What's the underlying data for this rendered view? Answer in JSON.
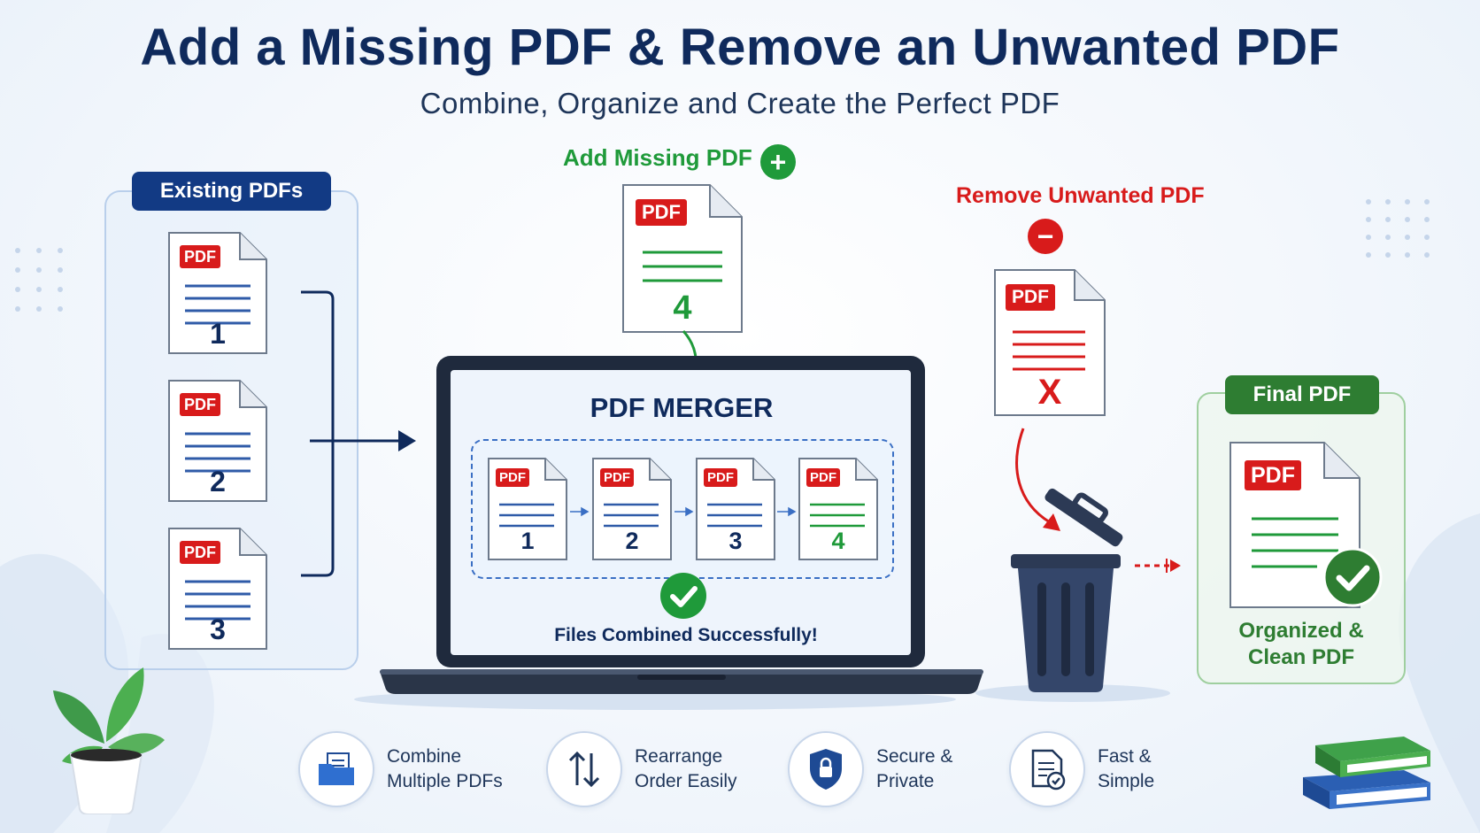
{
  "header": {
    "title": "Add a Missing PDF & Remove an Unwanted PDF",
    "subtitle": "Combine, Organize and Create the Perfect PDF"
  },
  "existing": {
    "badge": "Existing PDFs",
    "docs": [
      {
        "tag": "PDF",
        "number": "1"
      },
      {
        "tag": "PDF",
        "number": "2"
      },
      {
        "tag": "PDF",
        "number": "3"
      }
    ]
  },
  "add_missing": {
    "label": "Add Missing PDF",
    "plus": "+",
    "doc": {
      "tag": "PDF",
      "number": "4"
    }
  },
  "merger": {
    "title": "PDF MERGER",
    "docs": [
      {
        "tag": "PDF",
        "number": "1"
      },
      {
        "tag": "PDF",
        "number": "2"
      },
      {
        "tag": "PDF",
        "number": "3"
      },
      {
        "tag": "PDF",
        "number": "4"
      }
    ],
    "success": "Files Combined Successfully!"
  },
  "remove_unwanted": {
    "label": "Remove Unwanted PDF",
    "minus": "−",
    "doc": {
      "tag": "PDF",
      "mark": "X"
    }
  },
  "final": {
    "badge": "Final PDF",
    "doc": {
      "tag": "PDF"
    },
    "caption_line1": "Organized &",
    "caption_line2": "Clean PDF"
  },
  "features": [
    {
      "icon": "folder-document-icon",
      "line1": "Combine",
      "line2": "Multiple PDFs"
    },
    {
      "icon": "up-down-arrows-icon",
      "line1": "Rearrange",
      "line2": "Order Easily"
    },
    {
      "icon": "shield-lock-icon",
      "line1": "Secure &",
      "line2": "Private"
    },
    {
      "icon": "document-check-icon",
      "line1": "Fast &",
      "line2": "Simple"
    }
  ],
  "colors": {
    "navy": "#0f2a5c",
    "badge_blue": "#123a84",
    "pdf_red": "#d81b1b",
    "green": "#1f9a3a",
    "final_green": "#2e7d32"
  }
}
